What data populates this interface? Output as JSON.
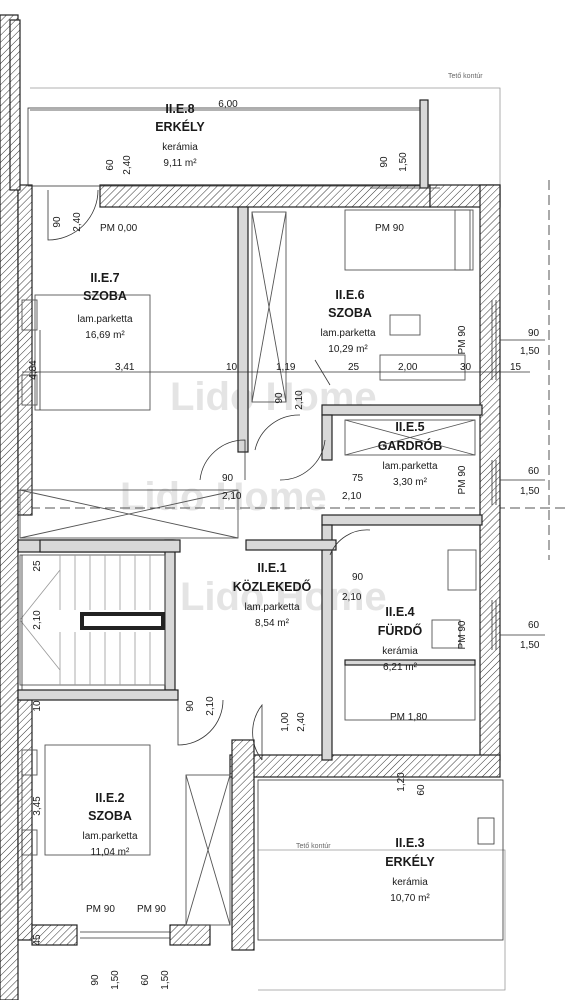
{
  "rooms": {
    "r8": {
      "code": "II.E.8",
      "name": "ERKÉLY",
      "floor": "kerámia",
      "area": "9,11 m²"
    },
    "r7": {
      "code": "II.E.7",
      "name": "SZOBA",
      "floor": "lam.parketta",
      "area": "16,69 m²"
    },
    "r6": {
      "code": "II.E.6",
      "name": "SZOBA",
      "floor": "lam.parketta",
      "area": "10,29 m²"
    },
    "r5": {
      "code": "II.E.5",
      "name": "GARDRÓB",
      "floor": "lam.parketta",
      "area": "3,30 m²"
    },
    "r1": {
      "code": "II.E.1",
      "name": "KÖZLEKEDŐ",
      "floor": "lam.parketta",
      "area": "8,54 m²"
    },
    "r4": {
      "code": "II.E.4",
      "name": "FÜRDŐ",
      "floor": "kerámia",
      "area": "6,21 m²"
    },
    "r2": {
      "code": "II.E.2",
      "name": "SZOBA",
      "floor": "lam.parketta",
      "area": "11,04 m²"
    },
    "r3": {
      "code": "II.E.3",
      "name": "ERKÉLY",
      "floor": "kerámia",
      "area": "10,70 m²"
    }
  },
  "dims": {
    "d600": "6,00",
    "d60a": "60",
    "d240a": "2,40",
    "d90a": "90",
    "d150a": "1,50",
    "d90b": "90",
    "d240b": "2,40",
    "pm000": "PM 0,00",
    "pm90a": "PM 90",
    "d484": "4,84",
    "d341": "3,41",
    "d10a": "10",
    "d119": "1,19",
    "d25a": "25",
    "d200": "2,00",
    "d30": "30",
    "d15": "15",
    "pm90b": "PM 90",
    "d90c": "90",
    "d150b": "1,50",
    "d90d": "90",
    "d210a": "2,10",
    "d90e": "90",
    "d210b": "2,10",
    "d75": "75",
    "d210c": "2,10",
    "pm90c": "PM 90",
    "d60b": "60",
    "d150c": "1,50",
    "d25b": "25",
    "d210d": "2,10",
    "d90f": "90",
    "d210e": "2,10",
    "pm90d": "PM 90",
    "d60c": "60",
    "d150d": "1,50",
    "d10b": "10",
    "d90g": "90",
    "d210f": "2,10",
    "d100": "1,00",
    "d240c": "2,40",
    "pm180": "PM 1,80",
    "d120": "1,20",
    "d60d": "60",
    "d345": "3,45",
    "pm90e": "PM 90",
    "pm90f": "PM 90",
    "d45": "45",
    "b90": "90",
    "b150": "1,50",
    "b60": "60",
    "b150b": "1,50",
    "teto1": "Tető kontúr",
    "teto2": "Tető kontúr"
  },
  "watermark": "Lido Home",
  "colors": {
    "wall_fill": "#d8d8d8",
    "line": "#222222",
    "watermark": "#e4e4e4"
  }
}
